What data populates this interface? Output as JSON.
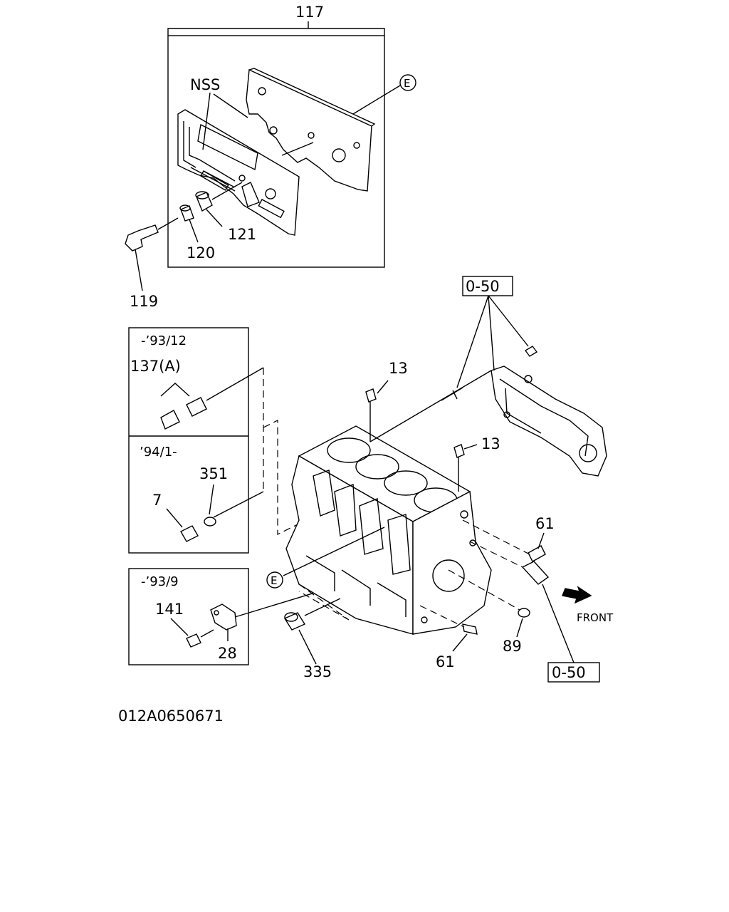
{
  "callouts": {
    "p117": "117",
    "nss": "NSS",
    "e_ref_top": "E",
    "p121": "121",
    "p120": "120",
    "p119": "119",
    "ref_050_top": "0-50",
    "p13_a": "13",
    "p13_b": "13",
    "p61_a": "61",
    "p61_b": "61",
    "front": "FRONT",
    "p89": "89",
    "ref_050_bottom": "0-50",
    "p335": "335",
    "e_ref_mid": "E"
  },
  "inset_a": {
    "date_top": "-’93/12",
    "p137": "137(A)",
    "date_bottom": "’94/1-",
    "p351": "351",
    "p7": "7"
  },
  "inset_b": {
    "date": "-’93/9",
    "p141": "141",
    "p28": "28"
  },
  "drawing_code": "012A0650671"
}
